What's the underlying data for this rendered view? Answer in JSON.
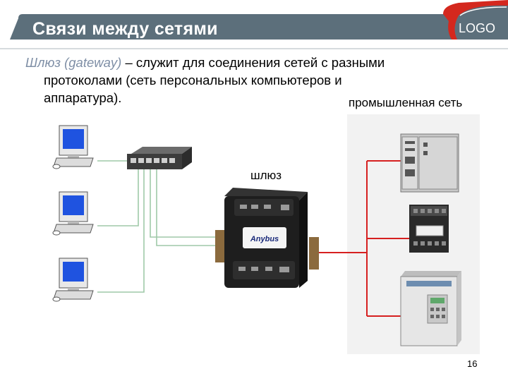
{
  "slide": {
    "title": "Связи между сетями",
    "logo": "LOGO",
    "body": {
      "term": "Шлюз (gateway)",
      "line1_rest": " – служит для соединения сетей с разными",
      "line2": "протоколами (сеть персональных компьютеров и",
      "line3": "аппаратура)."
    },
    "labels": {
      "industrial_network": "промышленная сеть",
      "gateway": "шлюз"
    },
    "device_text": {
      "gateway_brand": "Anybus"
    },
    "page_number": "16"
  },
  "colors": {
    "header_bar": "#5c6f7b",
    "header_accent": "#d4281e",
    "gateway_term": "#7f8fa6",
    "pc_screen": "#1f53e0",
    "lan_cable": "#9fc9a8",
    "industrial_cable": "#d62020",
    "industrial_panel": "#f2f2f2"
  }
}
